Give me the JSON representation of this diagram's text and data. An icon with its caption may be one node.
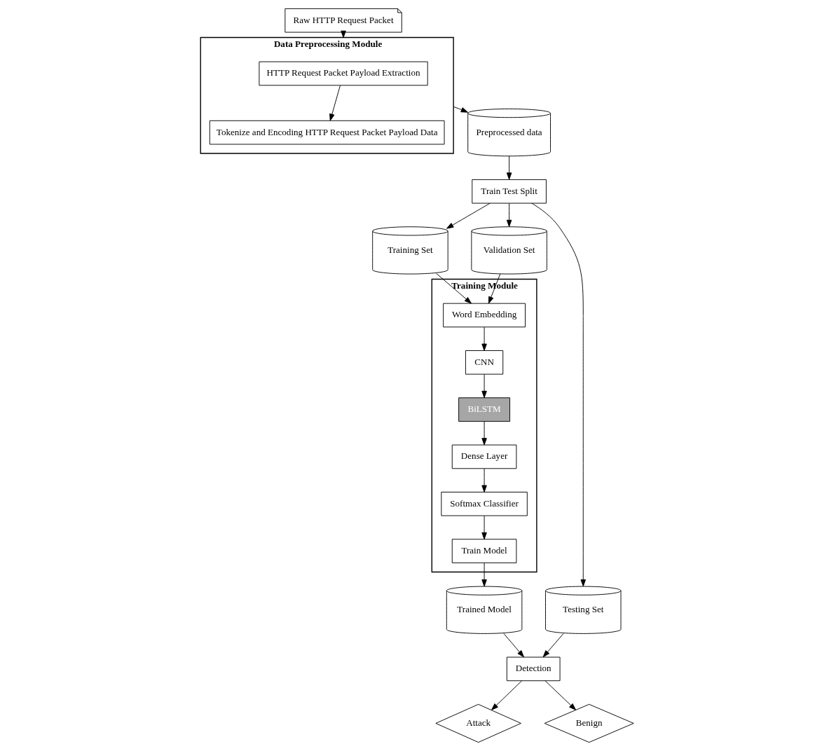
{
  "diagram": {
    "nodes": [
      {
        "text": [
          "Raw HTTP Request Packet"
        ]
      },
      {
        "text": [
          "Data Preprocessing Module"
        ]
      },
      {
        "text": [
          "HTTP Request Packet Payload Extraction"
        ],
        "in": 1
      },
      {
        "text": [
          "Tokenize and Encoding HTTP Request Packet Payload Data"
        ],
        "in": 1
      },
      {
        "text": [
          "Preprocessed data"
        ]
      },
      {
        "text": [
          "Train Test Split"
        ]
      },
      {
        "text": [
          "Training Module"
        ]
      },
      {
        "text": [
          "Word Embedding"
        ],
        "in": 6
      },
      {
        "text": [
          "CNN"
        ],
        "in": 6
      },
      {
        "text": [
          "BiLSTM"
        ],
        "in": 6
      },
      {
        "text": [
          "Dense Layer"
        ],
        "in": 6
      },
      {
        "text": [
          "Softmax Classifier"
        ],
        "in": 6
      },
      {
        "text": [
          "Train Model"
        ],
        "in": 6
      },
      {
        "text": [
          "Training Set"
        ]
      },
      {
        "text": [
          "Validation Set"
        ]
      },
      {
        "text": [
          "Testing Set"
        ]
      },
      {
        "text": [
          "Detection"
        ]
      },
      {
        "text": [
          "Attack"
        ]
      },
      {
        "text": [
          "Benign"
        ]
      },
      {
        "text": [
          "Trained Model"
        ]
      }
    ],
    "edges": [
      {
        "from": 0,
        "to": 1,
        "arrow": "to"
      },
      {
        "from": 2,
        "to": 3,
        "arrow": "to"
      },
      {
        "from": 1,
        "to": 4,
        "arrow": "to"
      },
      {
        "from": 4,
        "to": 5,
        "arrow": "to"
      },
      {
        "from": 5,
        "to": 13,
        "arrow": "to"
      },
      {
        "from": 5,
        "to": 14,
        "arrow": "to"
      },
      {
        "from": 5,
        "to": 15,
        "arrow": "to"
      },
      {
        "from": 13,
        "to": 7,
        "arrow": "to"
      },
      {
        "from": 14,
        "to": 7,
        "arrow": "to"
      },
      {
        "from": 7,
        "to": 8,
        "arrow": "to"
      },
      {
        "from": 8,
        "to": 9,
        "arrow": "to"
      },
      {
        "from": 9,
        "to": 10,
        "arrow": "to"
      },
      {
        "from": 10,
        "to": 11,
        "arrow": "to"
      },
      {
        "from": 11,
        "to": 12,
        "arrow": "to"
      },
      {
        "from": 12,
        "to": 19,
        "arrow": "to"
      },
      {
        "from": 19,
        "to": 16,
        "arrow": "to"
      },
      {
        "from": 15,
        "to": 16,
        "arrow": "to"
      },
      {
        "from": 16,
        "to": 17,
        "arrow": "to"
      },
      {
        "from": 16,
        "to": 18,
        "arrow": "to"
      }
    ]
  }
}
